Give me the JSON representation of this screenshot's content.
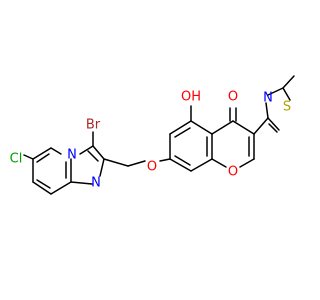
{
  "atom_labels": {
    "br": "Br",
    "cl": "Cl",
    "n_bridge": "N",
    "n_imidazole": "N",
    "o_ether": "O",
    "oh": "OH",
    "o_carbonyl": "O",
    "o_ring": "O",
    "n_thiazole": "N",
    "s_thiazole": "S"
  },
  "element_colors": {
    "bond": "#000000",
    "Br": "#a52a2a",
    "Cl": "#00a000",
    "N": "#0000ff",
    "O": "#ff0000",
    "S": "#b3a200"
  }
}
